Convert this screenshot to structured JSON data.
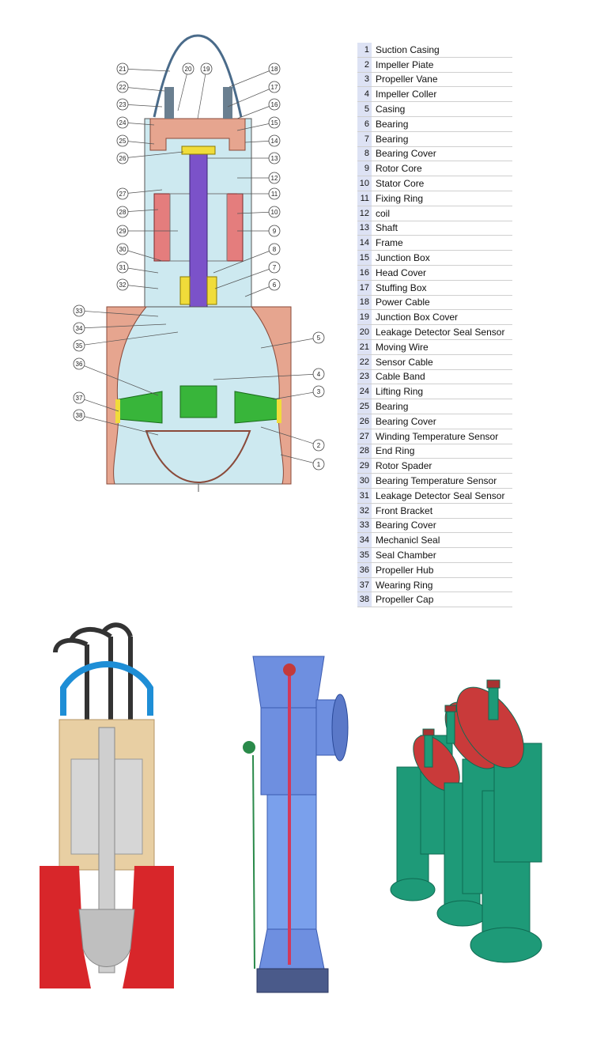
{
  "legend": [
    {
      "n": "1",
      "label": "Suction Casing"
    },
    {
      "n": "2",
      "label": "Impeller Piate"
    },
    {
      "n": "3",
      "label": "Propeller Vane"
    },
    {
      "n": "4",
      "label": "Impeller Coller"
    },
    {
      "n": "5",
      "label": "Casing"
    },
    {
      "n": "6",
      "label": "Bearing"
    },
    {
      "n": "7",
      "label": "Bearing"
    },
    {
      "n": "8",
      "label": "Bearing Cover"
    },
    {
      "n": "9",
      "label": "Rotor Core"
    },
    {
      "n": "10",
      "label": "Stator Core"
    },
    {
      "n": "11",
      "label": "Fixing Ring"
    },
    {
      "n": "12",
      "label": "coil"
    },
    {
      "n": "13",
      "label": "Shaft"
    },
    {
      "n": "14",
      "label": "Frame"
    },
    {
      "n": "15",
      "label": "Junction Box"
    },
    {
      "n": "16",
      "label": "Head Cover"
    },
    {
      "n": "17",
      "label": "Stuffing Box"
    },
    {
      "n": "18",
      "label": "Power Cable"
    },
    {
      "n": "19",
      "label": "Junction Box Cover"
    },
    {
      "n": "20",
      "label": "Leakage Detector Seal Sensor"
    },
    {
      "n": "21",
      "label": "Moving Wire"
    },
    {
      "n": "22",
      "label": "Sensor Cable"
    },
    {
      "n": "23",
      "label": "Cable Band"
    },
    {
      "n": "24",
      "label": "Lifting Ring"
    },
    {
      "n": "25",
      "label": "Bearing"
    },
    {
      "n": "26",
      "label": "Bearing Cover"
    },
    {
      "n": "27",
      "label": "Winding Temperature Sensor"
    },
    {
      "n": "28",
      "label": "End Ring"
    },
    {
      "n": "29",
      "label": "Rotor Spader"
    },
    {
      "n": "30",
      "label": "Bearing Temperature Sensor"
    },
    {
      "n": "31",
      "label": "Leakage Detector Seal Sensor"
    },
    {
      "n": "32",
      "label": "Front Bracket"
    },
    {
      "n": "33",
      "label": "Bearing Cover"
    },
    {
      "n": "34",
      "label": "Mechanicl Seal"
    },
    {
      "n": "35",
      "label": "Seal Chamber"
    },
    {
      "n": "36",
      "label": "Propeller Hub"
    },
    {
      "n": "37",
      "label": "Wearing Ring"
    },
    {
      "n": "38",
      "label": "Propeller Cap"
    }
  ],
  "colors": {
    "water": "#cde9f0",
    "casing": "#e6a58f",
    "shaft": "#7b52c9",
    "coil": "#e47d7d",
    "propeller": "#38b53a",
    "seal": "#2aa69a",
    "bearing": "#f0dc3a"
  },
  "photos": [
    {
      "name": "cutaway-model",
      "icon": "submersible-pump-cutaway-image"
    },
    {
      "name": "vertical-pump",
      "icon": "vertical-axial-pump-image"
    },
    {
      "name": "green-pumps",
      "icon": "green-axial-flow-pumps-image"
    }
  ]
}
